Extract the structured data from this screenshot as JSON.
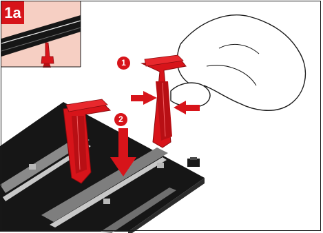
{
  "figure": {
    "step_label": "1a",
    "callouts": [
      "1",
      "2"
    ],
    "colors": {
      "clip_red": "#d7141a",
      "rail_black": "#161616",
      "inset_background": "#f6cfc3",
      "outline": "#1a1a1a"
    }
  }
}
